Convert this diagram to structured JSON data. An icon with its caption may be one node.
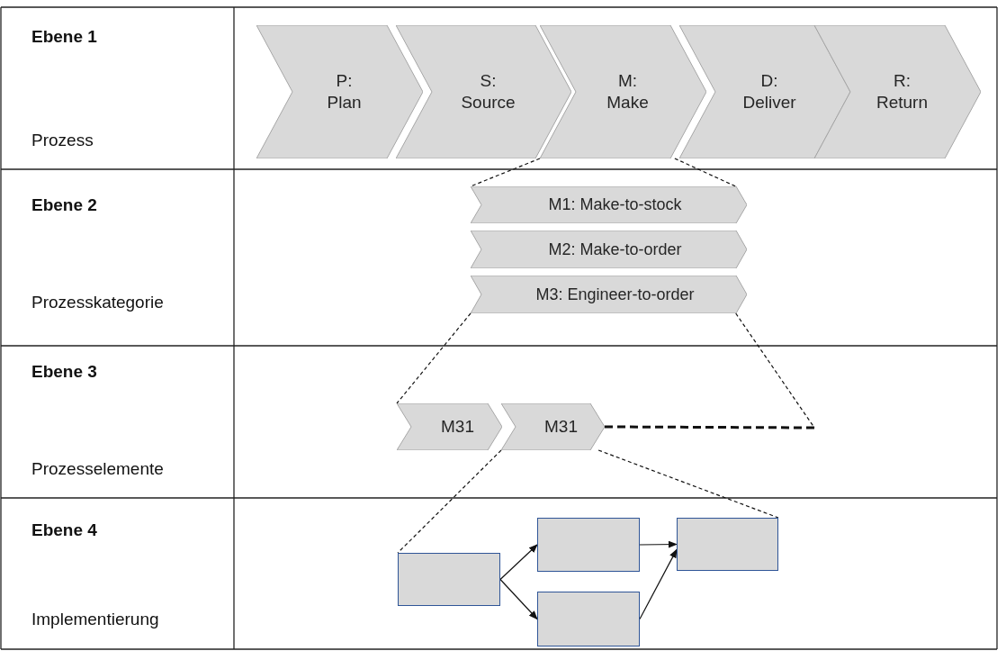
{
  "diagram": {
    "nodes": [
      {
        "text": [
          "P: Plan"
        ]
      },
      {
        "text": [
          "S: Source"
        ]
      },
      {
        "text": [
          "M: Make"
        ]
      },
      {
        "text": [
          "D: Deliver"
        ]
      },
      {
        "text": [
          "R: Return"
        ]
      },
      {
        "text": [
          "M1: Make-to-stock"
        ]
      },
      {
        "text": [
          "M2: Make-to-order"
        ]
      },
      {
        "text": [
          "M3: Engineer-to-order"
        ]
      },
      {
        "text": [
          "M31"
        ]
      },
      {
        "text": [
          "M31"
        ]
      },
      {
        "text": [],
        "shape": "box"
      },
      {
        "text": [],
        "shape": "box"
      },
      {
        "text": [],
        "shape": "box"
      },
      {
        "text": [],
        "shape": "box"
      }
    ],
    "edges": [
      {
        "from": 2,
        "to": 5,
        "arrow": "none",
        "style": "dashed"
      },
      {
        "from": 2,
        "to": 5,
        "arrow": "none",
        "style": "dashed"
      },
      {
        "from": 7,
        "to": 8,
        "arrow": "none",
        "style": "dashed"
      },
      {
        "from": 7,
        "to": null,
        "arrow": "none",
        "style": "dashed"
      },
      {
        "from": 9,
        "to": null,
        "arrow": "none",
        "style": "dashed"
      },
      {
        "from": 9,
        "to": 10,
        "arrow": "none",
        "style": "dashed"
      },
      {
        "from": 9,
        "to": 13,
        "arrow": "none",
        "style": "dashed"
      },
      {
        "from": 10,
        "to": 11,
        "arrow": "to"
      },
      {
        "from": 10,
        "to": 12,
        "arrow": "to"
      },
      {
        "from": 11,
        "to": 13,
        "arrow": "to"
      },
      {
        "from": 12,
        "to": 13,
        "arrow": "to"
      }
    ],
    "labels": [
      "Ebene 1",
      "Prozess",
      "Ebene 2",
      "Prozesskategorie",
      "Ebene 3",
      "Prozesselemente",
      "Ebene 4",
      "Implementierung"
    ]
  }
}
